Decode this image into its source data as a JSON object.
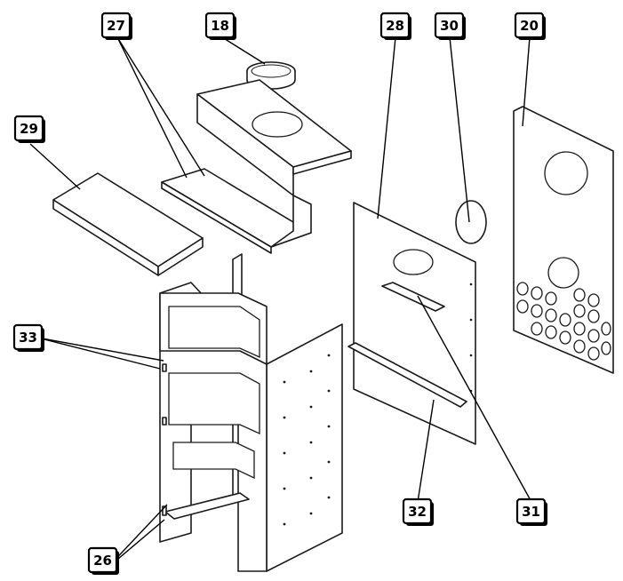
{
  "callouts": [
    {
      "id": "c18",
      "label": "18"
    },
    {
      "id": "c27",
      "label": "27"
    },
    {
      "id": "c28",
      "label": "28"
    },
    {
      "id": "c30",
      "label": "30"
    },
    {
      "id": "c20",
      "label": "20"
    },
    {
      "id": "c29",
      "label": "29"
    },
    {
      "id": "c33",
      "label": "33"
    },
    {
      "id": "c26",
      "label": "26"
    },
    {
      "id": "c32",
      "label": "32"
    },
    {
      "id": "c31",
      "label": "31"
    }
  ],
  "colors": {
    "line": "#1a1a1a",
    "background": "#ffffff"
  }
}
